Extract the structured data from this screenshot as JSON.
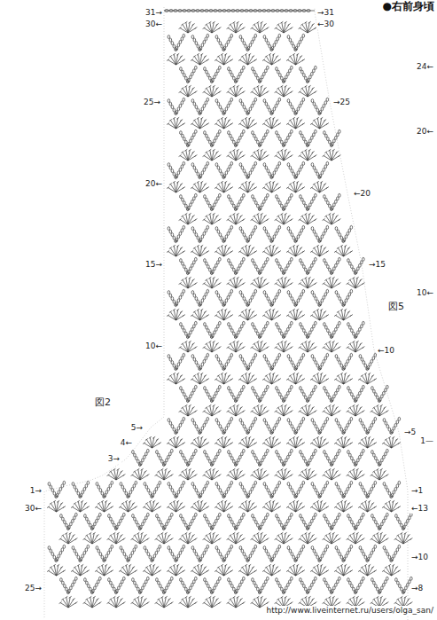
{
  "diagram": {
    "title": "●右前身頃",
    "labels": [
      "31→",
      "30←",
      "25→",
      "20←",
      "15→",
      "10←",
      "図2",
      "5→",
      "4←",
      "3→",
      "1→",
      "30←",
      "25→",
      "→31",
      "←30",
      "→25",
      "←20",
      "→15",
      "図5",
      "←10",
      "→5",
      "→1",
      "←13",
      "→10",
      "→8",
      "24←",
      "20←",
      "10←",
      "1—",
      "http://www.liveinternet.ru/users/olga_san/"
    ]
  }
}
